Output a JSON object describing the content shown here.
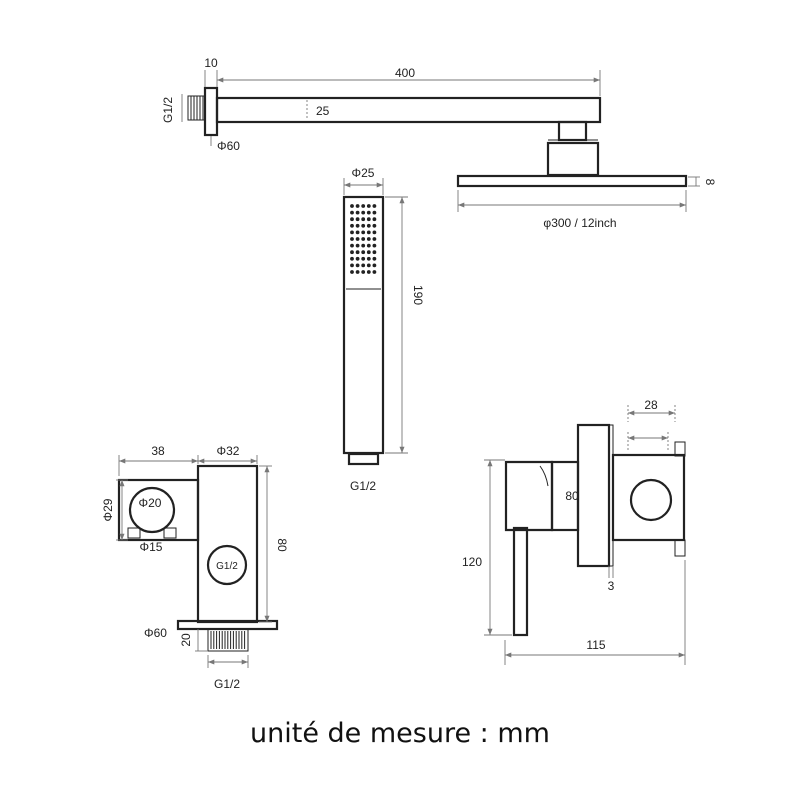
{
  "caption": "unité de mesure : mm",
  "colors": {
    "line": "#222222",
    "dimension": "#777777",
    "background": "#ffffff"
  },
  "shower_arm": {
    "flange_width": "10",
    "arm_length": "400",
    "arm_height": "25",
    "thread": "G1/2",
    "flange_diameter": "Φ60"
  },
  "shower_head": {
    "diameter": "φ300 / 12inch",
    "thickness": "8"
  },
  "hand_shower": {
    "diameter": "Φ25",
    "length": "190",
    "thread": "G1/2"
  },
  "holder_outlet": {
    "holder_width": "38",
    "body_diameter": "Φ32",
    "holder_height": "Φ29",
    "ring_outer": "Φ20",
    "ring_inner": "Φ15",
    "body_height": "80",
    "inner_thread": "G1/2",
    "flange_diameter": "Φ60",
    "thread_length": "20",
    "outlet_thread": "G1/2"
  },
  "mixer": {
    "knob_depth": "28",
    "plate_height": "80",
    "total_height": "120",
    "plate_thickness": "3",
    "total_length": "115"
  }
}
